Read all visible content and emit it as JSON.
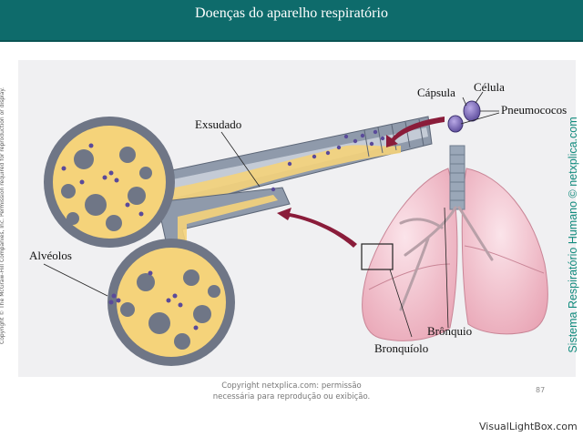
{
  "header": {
    "title": "Doenças do aparelho respiratório"
  },
  "diagram": {
    "labels": {
      "capsula": "Cápsula",
      "celula": "Célula",
      "pneumococos": "Pneumococos",
      "exsudado": "Exsudado",
      "alveolos": "Alvéolos",
      "bronquio": "Brônquio",
      "bronquiolo": "Bronquíolo"
    }
  },
  "side_texts": {
    "left_copyright": "Copyright © The McGraw-Hill Companies, Inc. Permission required for reproduction or display.",
    "right_credit": "Sistema Respiratório Humano © netxplica.com"
  },
  "footer": {
    "note_line1": "Copyright netxplica.com: permissão",
    "note_line2": "necessária para reprodução ou exibição.",
    "page_number": "87",
    "watermark": "VisualLightBox.com"
  },
  "colors": {
    "title_bar": "#0e6b6b",
    "credit_text": "#128c7e",
    "alveolar_fluid": "#f5d37a",
    "bacteria": "#5a4a9a",
    "lung": "#f3c9d2",
    "arrow": "#8a1c3a"
  }
}
